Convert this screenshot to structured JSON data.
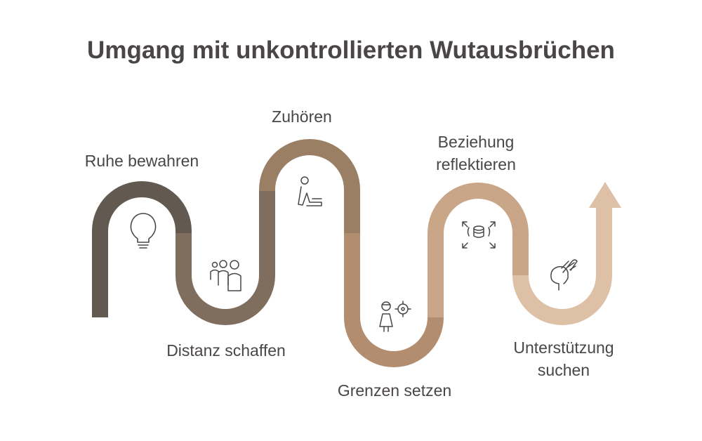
{
  "title": "Umgang mit unkontrollierten Wutausbrüchen",
  "steps": [
    {
      "label": "Ruhe bewahren",
      "icon": "lightbulb-icon",
      "color": "#625950"
    },
    {
      "label": "Distanz schaffen",
      "icon": "people-group-icon",
      "color": "#7f6d5d"
    },
    {
      "label": "Zuhören",
      "icon": "person-listening-icon",
      "color": "#9b7f65"
    },
    {
      "label": "Grenzen setzen",
      "icon": "person-target-icon",
      "color": "#b28d70"
    },
    {
      "label": "Beziehung reflektieren",
      "icon": "focus-coins-icon",
      "color": "#c9a687"
    },
    {
      "label": "Unterstützung suchen",
      "icon": "supporting-hand-icon",
      "color": "#ddc0a6"
    }
  ]
}
